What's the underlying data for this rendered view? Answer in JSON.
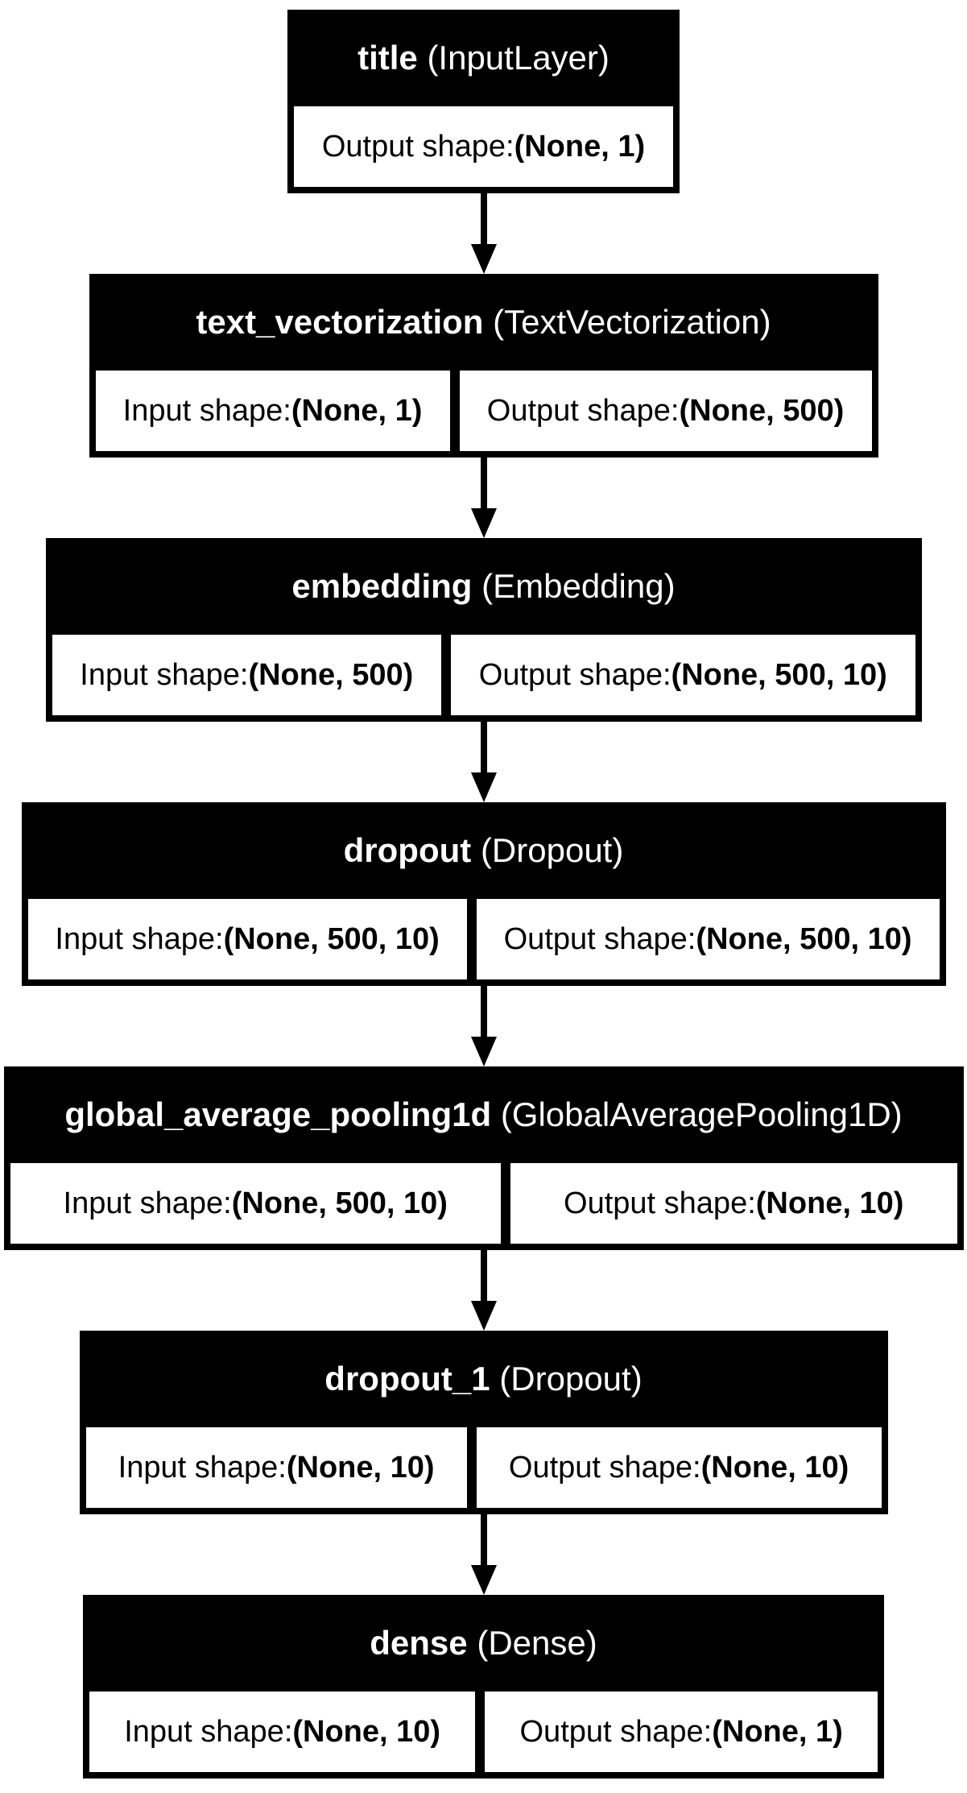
{
  "diagram": {
    "kind": "keras-model-plot",
    "colors": {
      "node_fill": "#000000",
      "node_text": "#ffffff",
      "cell_fill": "#ffffff",
      "cell_text": "#000000",
      "background": "#ffffff",
      "arrow": "#000000"
    },
    "layers": [
      {
        "name": "title",
        "type": "(InputLayer)",
        "cells": [
          {
            "label": "Output shape: ",
            "value": "(None, 1)"
          }
        ]
      },
      {
        "name": "text_vectorization",
        "type": "(TextVectorization)",
        "cells": [
          {
            "label": "Input shape: ",
            "value": "(None, 1)"
          },
          {
            "label": "Output shape: ",
            "value": "(None, 500)"
          }
        ]
      },
      {
        "name": "embedding",
        "type": "(Embedding)",
        "cells": [
          {
            "label": "Input shape: ",
            "value": "(None, 500)"
          },
          {
            "label": "Output shape: ",
            "value": "(None, 500, 10)"
          }
        ]
      },
      {
        "name": "dropout",
        "type": "(Dropout)",
        "cells": [
          {
            "label": "Input shape: ",
            "value": "(None, 500, 10)"
          },
          {
            "label": "Output shape: ",
            "value": "(None, 500, 10)"
          }
        ]
      },
      {
        "name": "global_average_pooling1d",
        "type": "(GlobalAveragePooling1D)",
        "cells": [
          {
            "label": "Input shape: ",
            "value": "(None, 500, 10)"
          },
          {
            "label": "Output shape: ",
            "value": "(None, 10)"
          }
        ]
      },
      {
        "name": "dropout_1",
        "type": "(Dropout)",
        "cells": [
          {
            "label": "Input shape: ",
            "value": "(None, 10)"
          },
          {
            "label": "Output shape: ",
            "value": "(None, 10)"
          }
        ]
      },
      {
        "name": "dense",
        "type": "(Dense)",
        "cells": [
          {
            "label": "Input shape: ",
            "value": "(None, 10)"
          },
          {
            "label": "Output shape: ",
            "value": "(None, 1)"
          }
        ]
      }
    ]
  }
}
